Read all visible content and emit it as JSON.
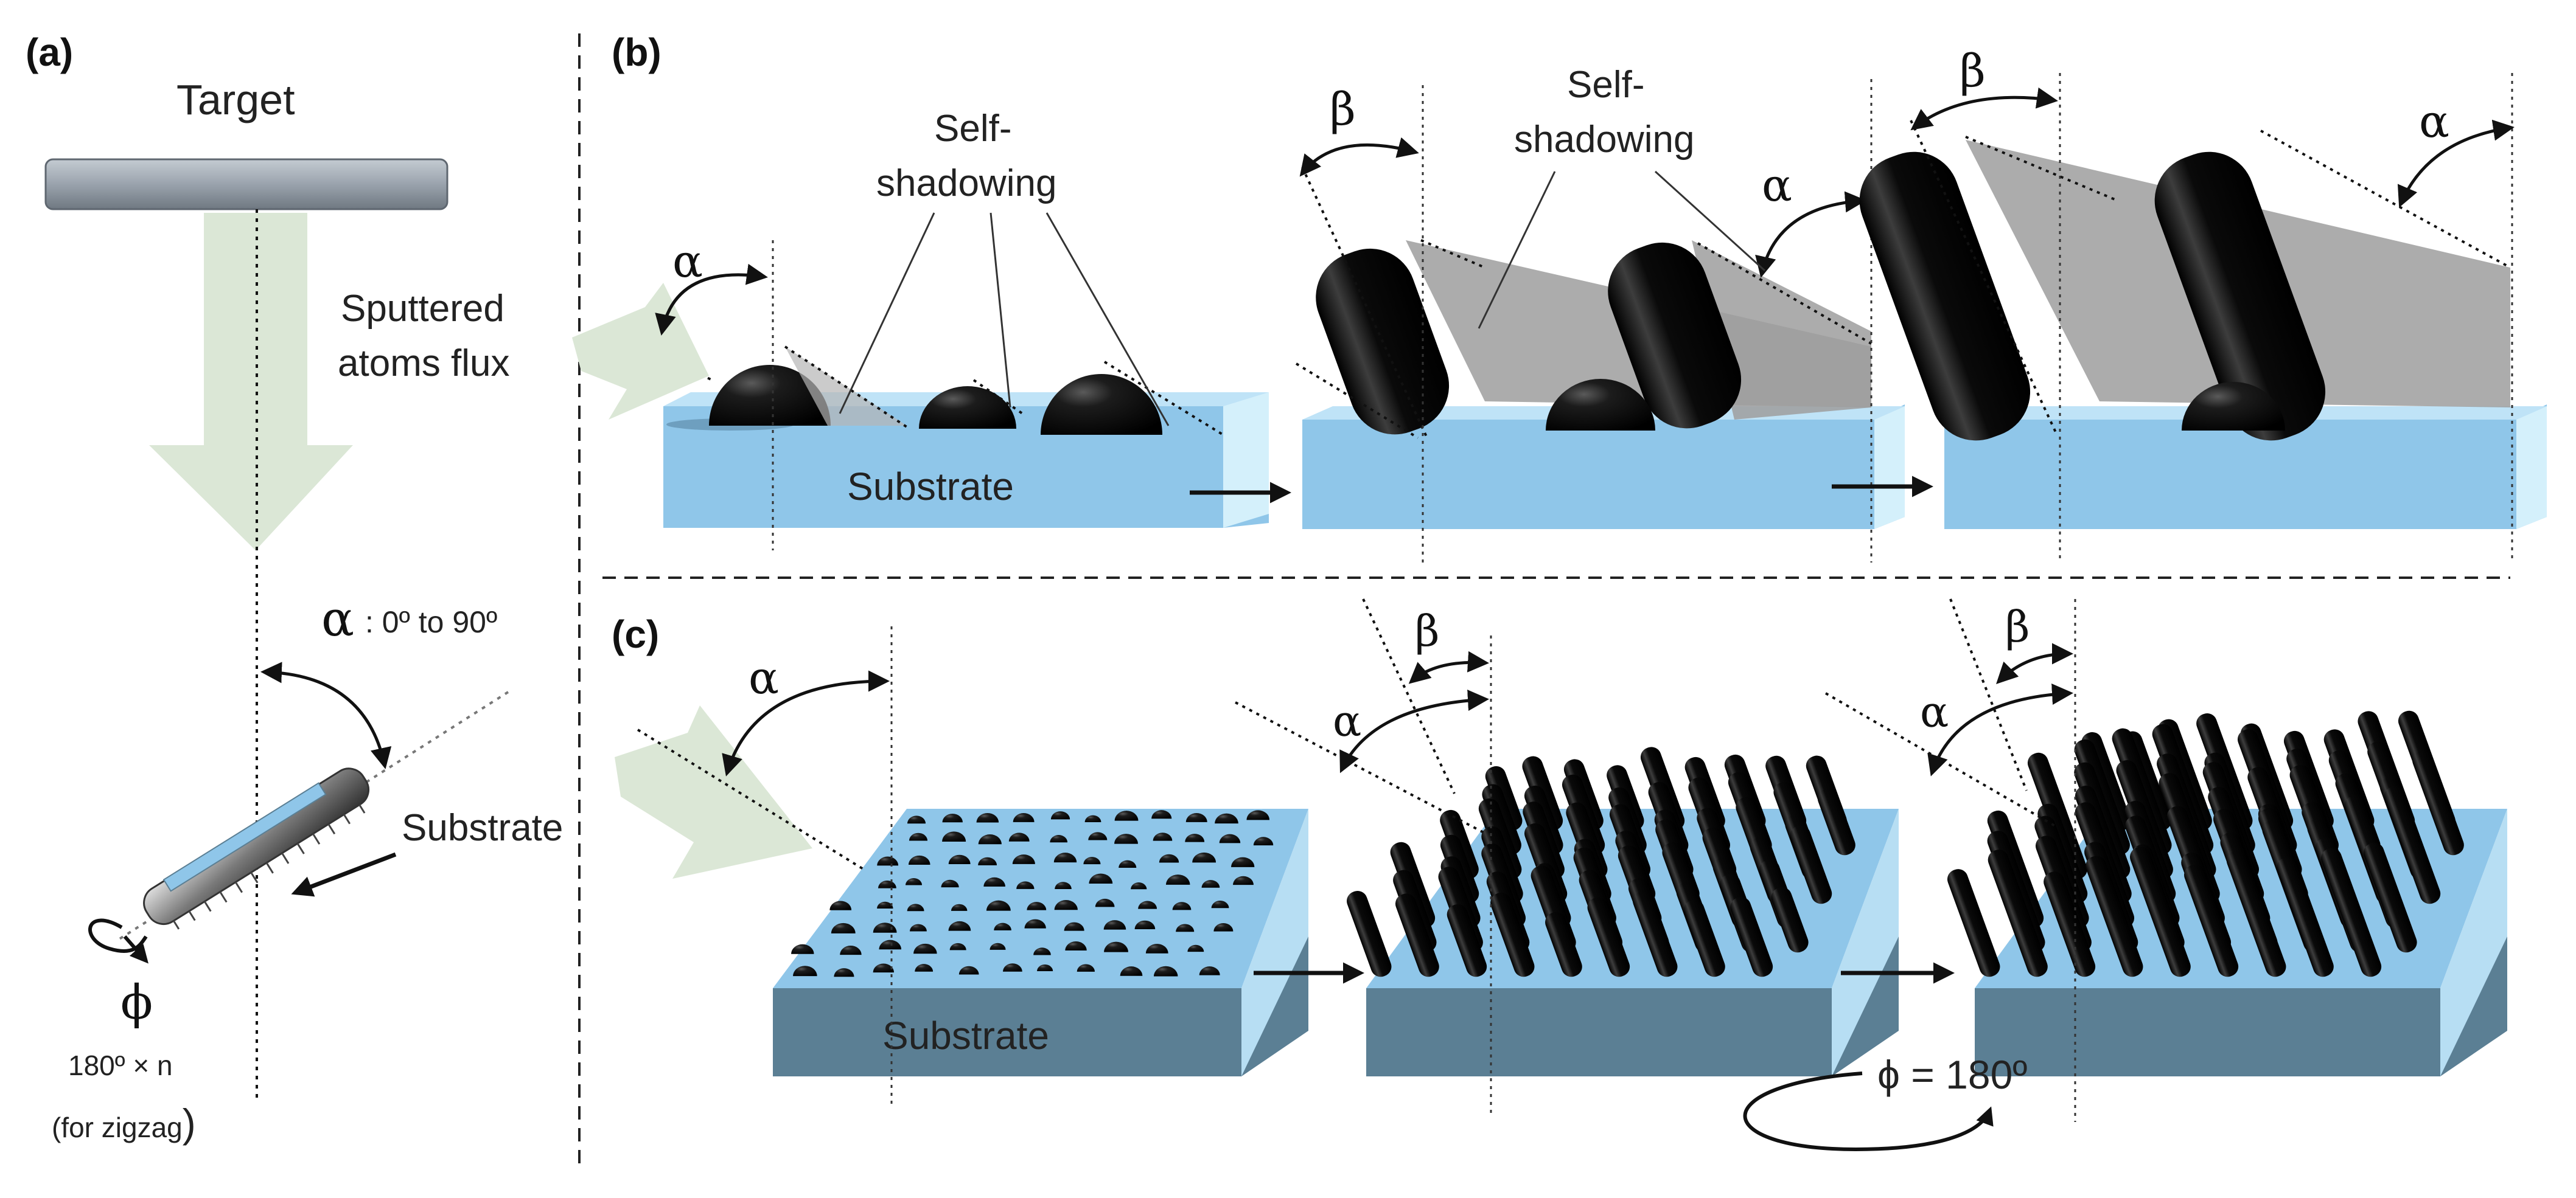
{
  "panels": {
    "a": {
      "label": "(a)"
    },
    "b": {
      "label": "(b)"
    },
    "c": {
      "label": "(c)"
    }
  },
  "panel_a": {
    "target": "Target",
    "flux_line1": "Sputtered",
    "flux_line2": "atoms flux",
    "alpha_symbol": "α",
    "alpha_range": ": 0º to 90º",
    "substrate": "Substrate",
    "phi_symbol": "ϕ",
    "phi_rotation": "180º  × n",
    "phi_note_text": "(for zigzag",
    "phi_note_paren": ")"
  },
  "panel_b": {
    "self_shadowing_1_line1": "Self-",
    "self_shadowing_1_line2": "shadowing",
    "self_shadowing_2_line1": "Self-",
    "self_shadowing_2_line2": "shadowing",
    "alpha": "α",
    "beta": "β",
    "substrate": "Substrate"
  },
  "panel_c": {
    "alpha": "α",
    "beta": "β",
    "substrate": "Substrate",
    "rotation": "ϕ = 180º"
  },
  "colors": {
    "flux_arrow": "#dbe7d6",
    "substrate_top": "#bfe3f7",
    "substrate_front": "#8fc6e9",
    "substrate_dark_front": "#5b7f94",
    "substrate_side": "#d4f0fb",
    "target": "#9aa3ad",
    "shadow": "#9e9e9e",
    "column": "#151515"
  }
}
